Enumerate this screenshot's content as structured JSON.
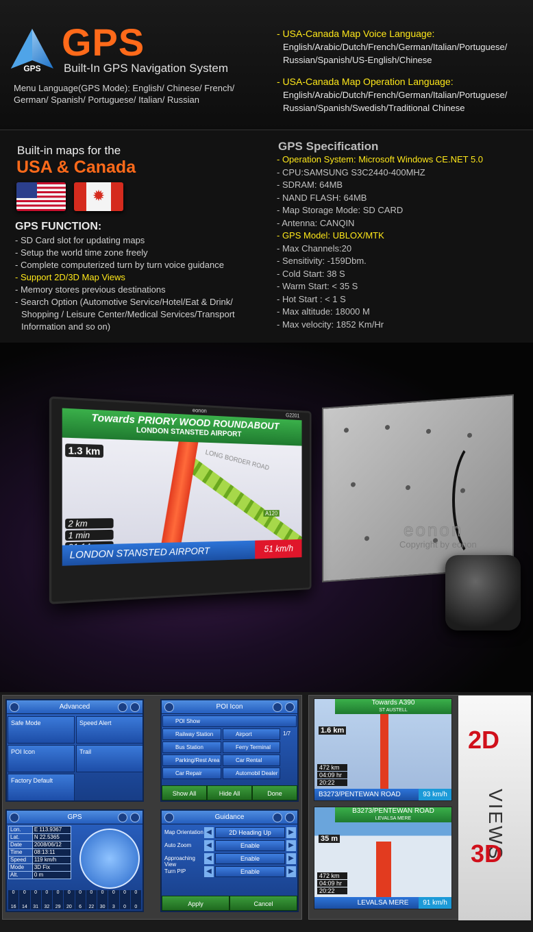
{
  "header": {
    "logo_label": "GPS",
    "title": "GPS",
    "subtitle": "Built-In GPS Navigation System",
    "menu_language": "Menu Language(GPS Mode): English/ Chinese/ French/ German/ Spanish/ Portuguese/ Italian/ Russian",
    "voice_lang_heading": "- USA-Canada Map Voice Language:",
    "voice_lang_list": "English/Arabic/Dutch/French/German/Italian/Portuguese/ Russian/Spanish/US-English/Chinese",
    "op_lang_heading": "- USA-Canada Map Operation Language:",
    "op_lang_list": "English/Arabic/Dutch/French/German/Italian/Portuguese/ Russian/Spanish/Swedish/Traditional Chinese"
  },
  "maps": {
    "title": "Built-in maps for the",
    "region": "USA & Canada"
  },
  "function": {
    "heading": "GPS FUNCTION:",
    "items": [
      "- SD Card slot for updating maps",
      "- Setup the world time zone freely",
      "- Complete computerized turn by turn voice guidance",
      "- Support 2D/3D Map Views",
      "- Memory stores previous destinations",
      "- Search Option (Automotive Service/Hotel/Eat & Drink/ Shopping / Leisure Center/Medical Services/Transport Information and so on)"
    ]
  },
  "spec": {
    "heading": "GPS Specification",
    "items": [
      "- Operation System: Microsoft Windows CE.NET 5.0",
      "- CPU:SAMSUNG S3C2440-400MHZ",
      "- SDRAM: 64MB",
      "- NAND FLASH:  64MB",
      "- Map Storage Mode: SD CARD",
      "- Antenna: CANQIN",
      "- GPS Model: UBLOX/MTK",
      "- Max Channels:20",
      "- Sensitivity: -159Dbm.",
      "- Cold Start: 38 S",
      "- Warm Start: < 35 S",
      "- Hot Start : < 1 S",
      "- Max altitude: 18000 M",
      "- Max velocity: 1852 Km/Hr"
    ]
  },
  "hero": {
    "brand": "eonon",
    "model": "G2201",
    "towards": "Towards PRIORY WOOD ROUNDABOUT",
    "airport": "LONDON STANSTED AIRPORT",
    "road_name": "LONG BORDER ROAD",
    "road_code": "A120",
    "next_dist": "1.3 km",
    "info": [
      "2 km",
      "1 min",
      "21:14"
    ],
    "bottom_street": "LONDON STANSTED AIRPORT",
    "speed": "51 km/h",
    "copyright": "Copyright by eonon",
    "watermark": "eonon"
  },
  "panels": {
    "advanced": {
      "title": "Advanced",
      "cells": [
        "Safe Mode",
        "Speed Alert",
        "POI Icon",
        "Trail",
        "Factory Default"
      ]
    },
    "poi": {
      "title": "POI Icon",
      "show": "POI Show",
      "rows": [
        "Railway Station",
        "Airport",
        "Bus Station",
        "Ferry Terminal",
        "Parking/Rest Area",
        "Car Rental",
        "Car Repair",
        "Automobil Dealer"
      ],
      "page": "1/7",
      "buttons": [
        "Show All",
        "Hide All",
        "Done"
      ]
    },
    "gps": {
      "title": "GPS",
      "rows": [
        [
          "Lon.",
          "E 113.9367"
        ],
        [
          "Lat.",
          "N 22.5365"
        ],
        [
          "Date",
          "2008/06/12"
        ],
        [
          "Time",
          "08:13:11"
        ],
        [
          "Speed",
          "119 km/h"
        ],
        [
          "Mode",
          "3D Fix"
        ],
        [
          "Alt.",
          "0 m"
        ]
      ],
      "sats": [
        "16",
        "14",
        "31",
        "32",
        "29",
        "20",
        "6",
        "22",
        "30",
        "3",
        "0",
        "0"
      ]
    },
    "guidance": {
      "title": "Guidance",
      "rows": [
        [
          "Map Orientation",
          "2D Heading Up"
        ],
        [
          "Auto Zoom",
          "Enable"
        ],
        [
          "Approaching View",
          "Enable"
        ],
        [
          "Turn PIP",
          "Enable"
        ]
      ],
      "buttons": [
        "Apply",
        "Cancel"
      ]
    }
  },
  "views": {
    "v2d": {
      "towards": "Towards A390",
      "sub": "ST AUSTELL",
      "dist": "1.6 km",
      "info": [
        "472 km",
        "04:09 hr",
        "20:22"
      ],
      "street": "B3273/PENTEWAN ROAD",
      "speed": "93 km/h"
    },
    "v3d": {
      "towards": "B3273/PENTEWAN ROAD",
      "sub": "LEVALSA MERE",
      "dist": "35 m",
      "info": [
        "472 km",
        "04:09 hr",
        "20:22"
      ],
      "street": "LEVALSA MERE",
      "speed": "91 km/h"
    },
    "label_2d": "2D",
    "label_views": "VIEWS",
    "label_3d": "3D"
  },
  "colors": {
    "accent": "#ff6a1a",
    "highlight": "#ffe81a",
    "red": "#d0101b"
  }
}
